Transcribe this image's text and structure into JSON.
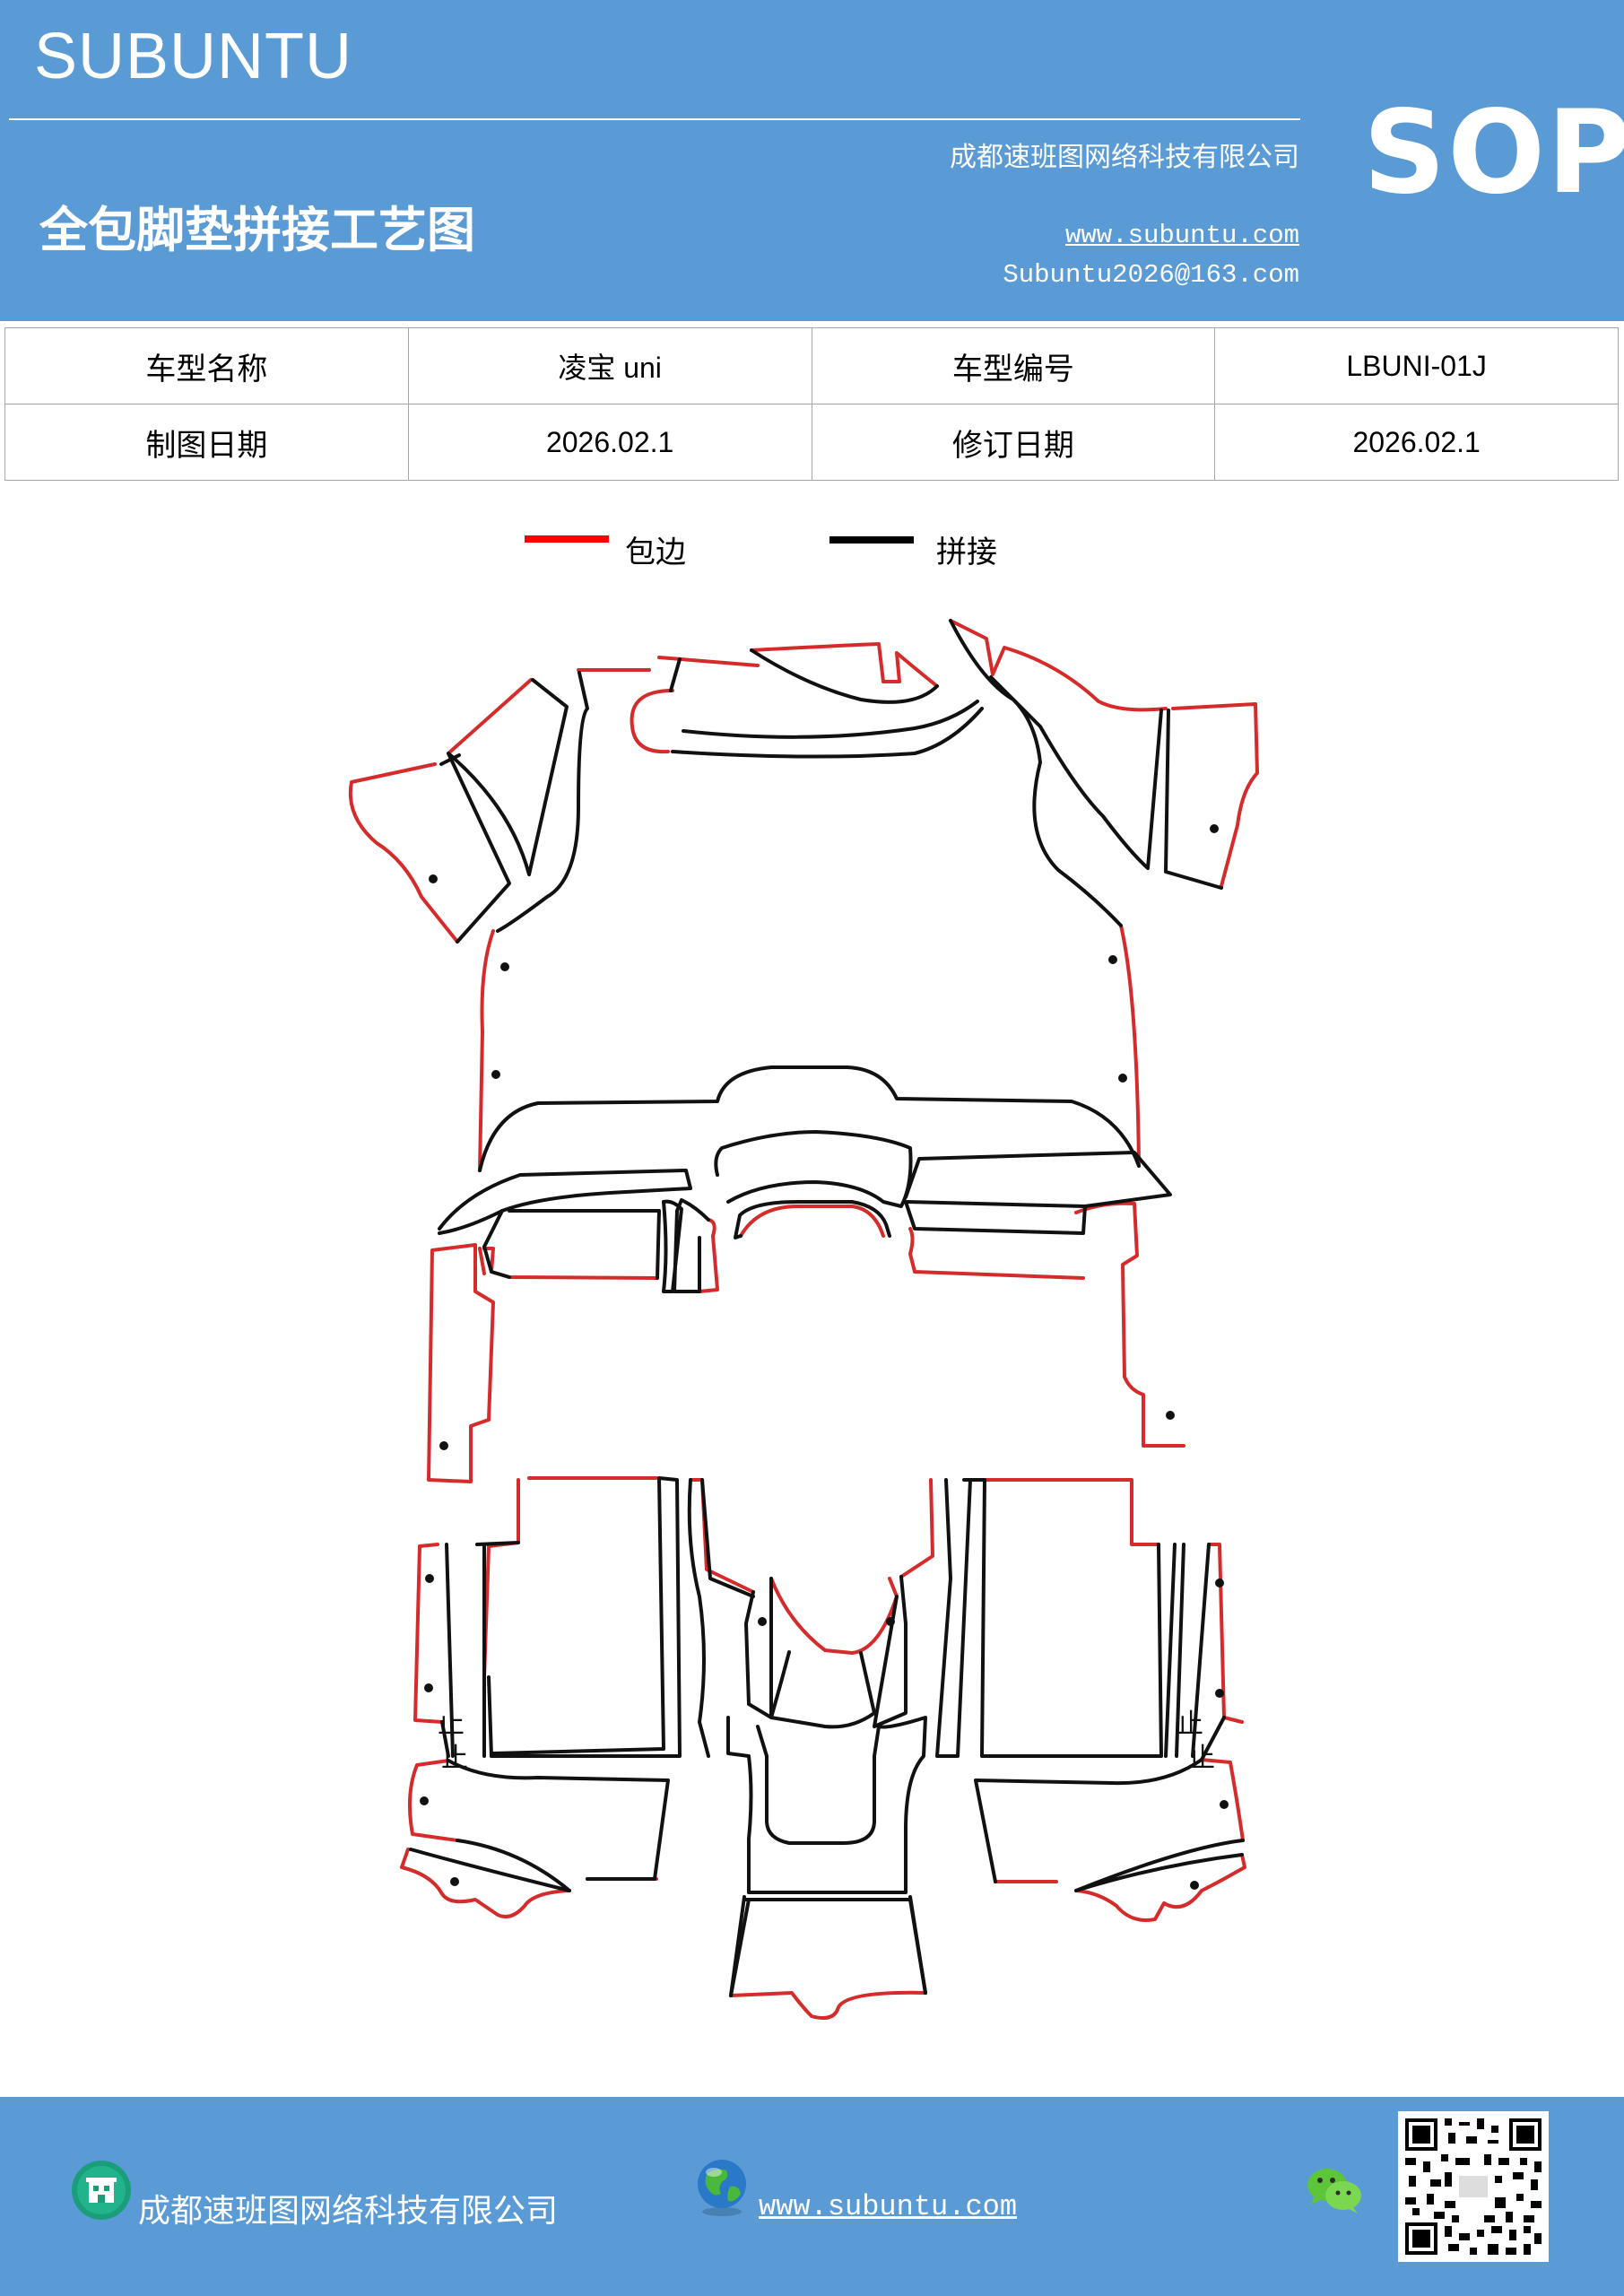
{
  "header": {
    "brand": "SUBUNTU",
    "company": "成都速班图网络科技有限公司",
    "doc_title": "全包脚垫拼接工艺图",
    "website": "www.subuntu.com",
    "email": "Subuntu2026@163.com",
    "badge": "SOP"
  },
  "info_table": {
    "rows": [
      [
        {
          "label": "车型名称"
        },
        {
          "value": "凌宝 uni"
        },
        {
          "label": "车型编号"
        },
        {
          "value": "LBUNI-01J"
        }
      ],
      [
        {
          "label": "制图日期"
        },
        {
          "value": "2026.02.1"
        },
        {
          "label": "修订日期"
        },
        {
          "value": "2026.02.1"
        }
      ]
    ]
  },
  "legend": {
    "items": [
      {
        "label": "包边",
        "color": "#ff0000"
      },
      {
        "label": "拼接",
        "color": "#000000"
      }
    ]
  },
  "diagram": {
    "mark_text": "止",
    "colors": {
      "edge": "#d62b2b",
      "seam": "#111111"
    }
  },
  "footer": {
    "company": "成都速班图网络科技有限公司",
    "website": "www.subuntu.com",
    "icons": [
      "building-icon",
      "globe-icon",
      "wechat-icon",
      "qr-code-icon"
    ]
  }
}
